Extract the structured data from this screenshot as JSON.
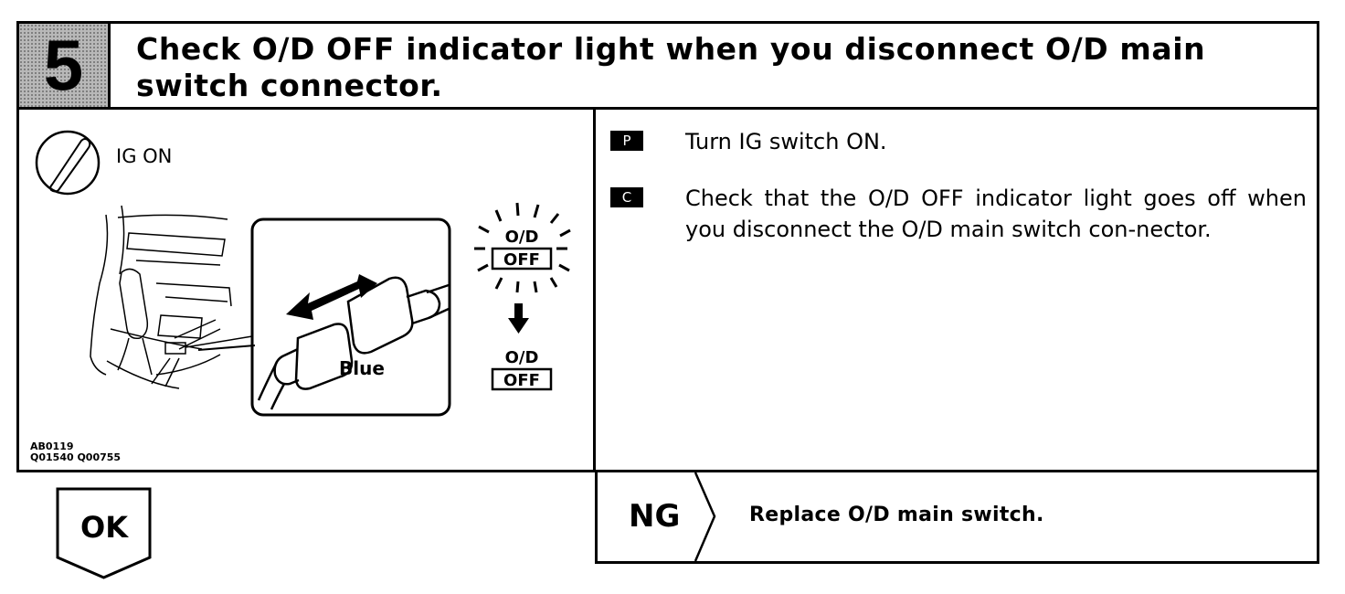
{
  "step": {
    "number": "5",
    "title_line1": "Check O/D OFF indicator light when you disconnect O/D main",
    "title_line2": "switch connector."
  },
  "illustration": {
    "ig_label": "IG ON",
    "connector_color": "Blue",
    "indicator_on_top": "O/D",
    "indicator_on_bottom": "OFF",
    "indicator_off_top": "O/D",
    "indicator_off_bottom": "OFF",
    "figure_codes": [
      "AB0119",
      "Q01540 Q00755"
    ]
  },
  "procedure": [
    {
      "tag": "P",
      "text": "Turn IG switch ON."
    },
    {
      "tag": "C",
      "text": "Check that the O/D OFF indicator light goes off when you disconnect the O/D main switch con-nector."
    }
  ],
  "result_ok": {
    "label": "OK"
  },
  "result_ng": {
    "label": "NG",
    "action": "Replace O/D main switch."
  }
}
